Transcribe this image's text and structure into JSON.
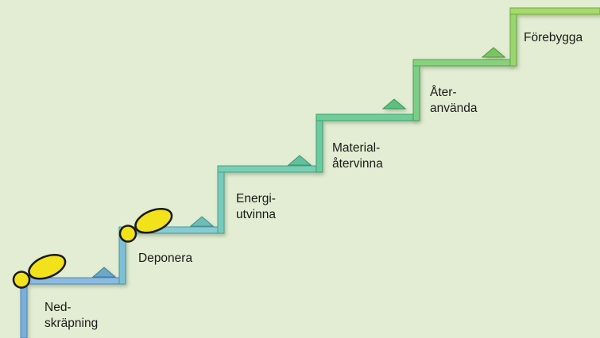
{
  "steps": [
    {
      "lines": [
        "Ned-",
        "skräpning"
      ],
      "color": "#7aaedb"
    },
    {
      "lines": [
        "Deponera"
      ],
      "color": "#7cc6cf"
    },
    {
      "lines": [
        "Energi-",
        "utvinna"
      ],
      "color": "#6ccab3"
    },
    {
      "lines": [
        "Material-",
        "återvinna"
      ],
      "color": "#66c796"
    },
    {
      "lines": [
        "Åter-",
        "använda"
      ],
      "color": "#7ccd7a"
    },
    {
      "lines": [
        "Förebygga"
      ],
      "color": "#a6d86a"
    }
  ],
  "footprints": {
    "color": "#f2e21a",
    "outline": "#1a1a1a",
    "count": 2
  }
}
